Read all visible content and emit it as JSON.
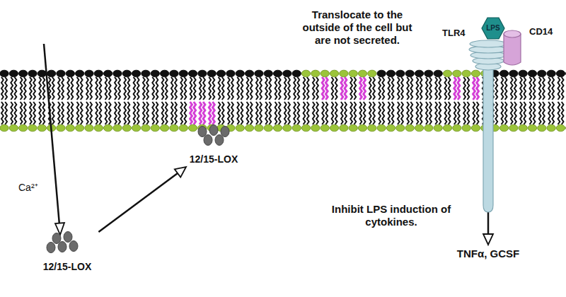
{
  "diagram": {
    "nodes": [
      {
        "text": [
          "12/15-LOX"
        ]
      },
      {
        "text": [
          "12/15-LOX"
        ]
      },
      {
        "text": [
          "TLR4"
        ]
      },
      {
        "text": [
          "LPS"
        ]
      },
      {
        "text": [
          "CD14"
        ]
      }
    ],
    "edges": [
      {
        "from": 0,
        "to": 1,
        "arrow": "to"
      }
    ],
    "labels": [
      "Ca²⁺",
      "Translocate to the outside of the cell but are not secreted.",
      "Inhibit LPS induction of cytokines.",
      "TNFα, GCSF"
    ]
  }
}
